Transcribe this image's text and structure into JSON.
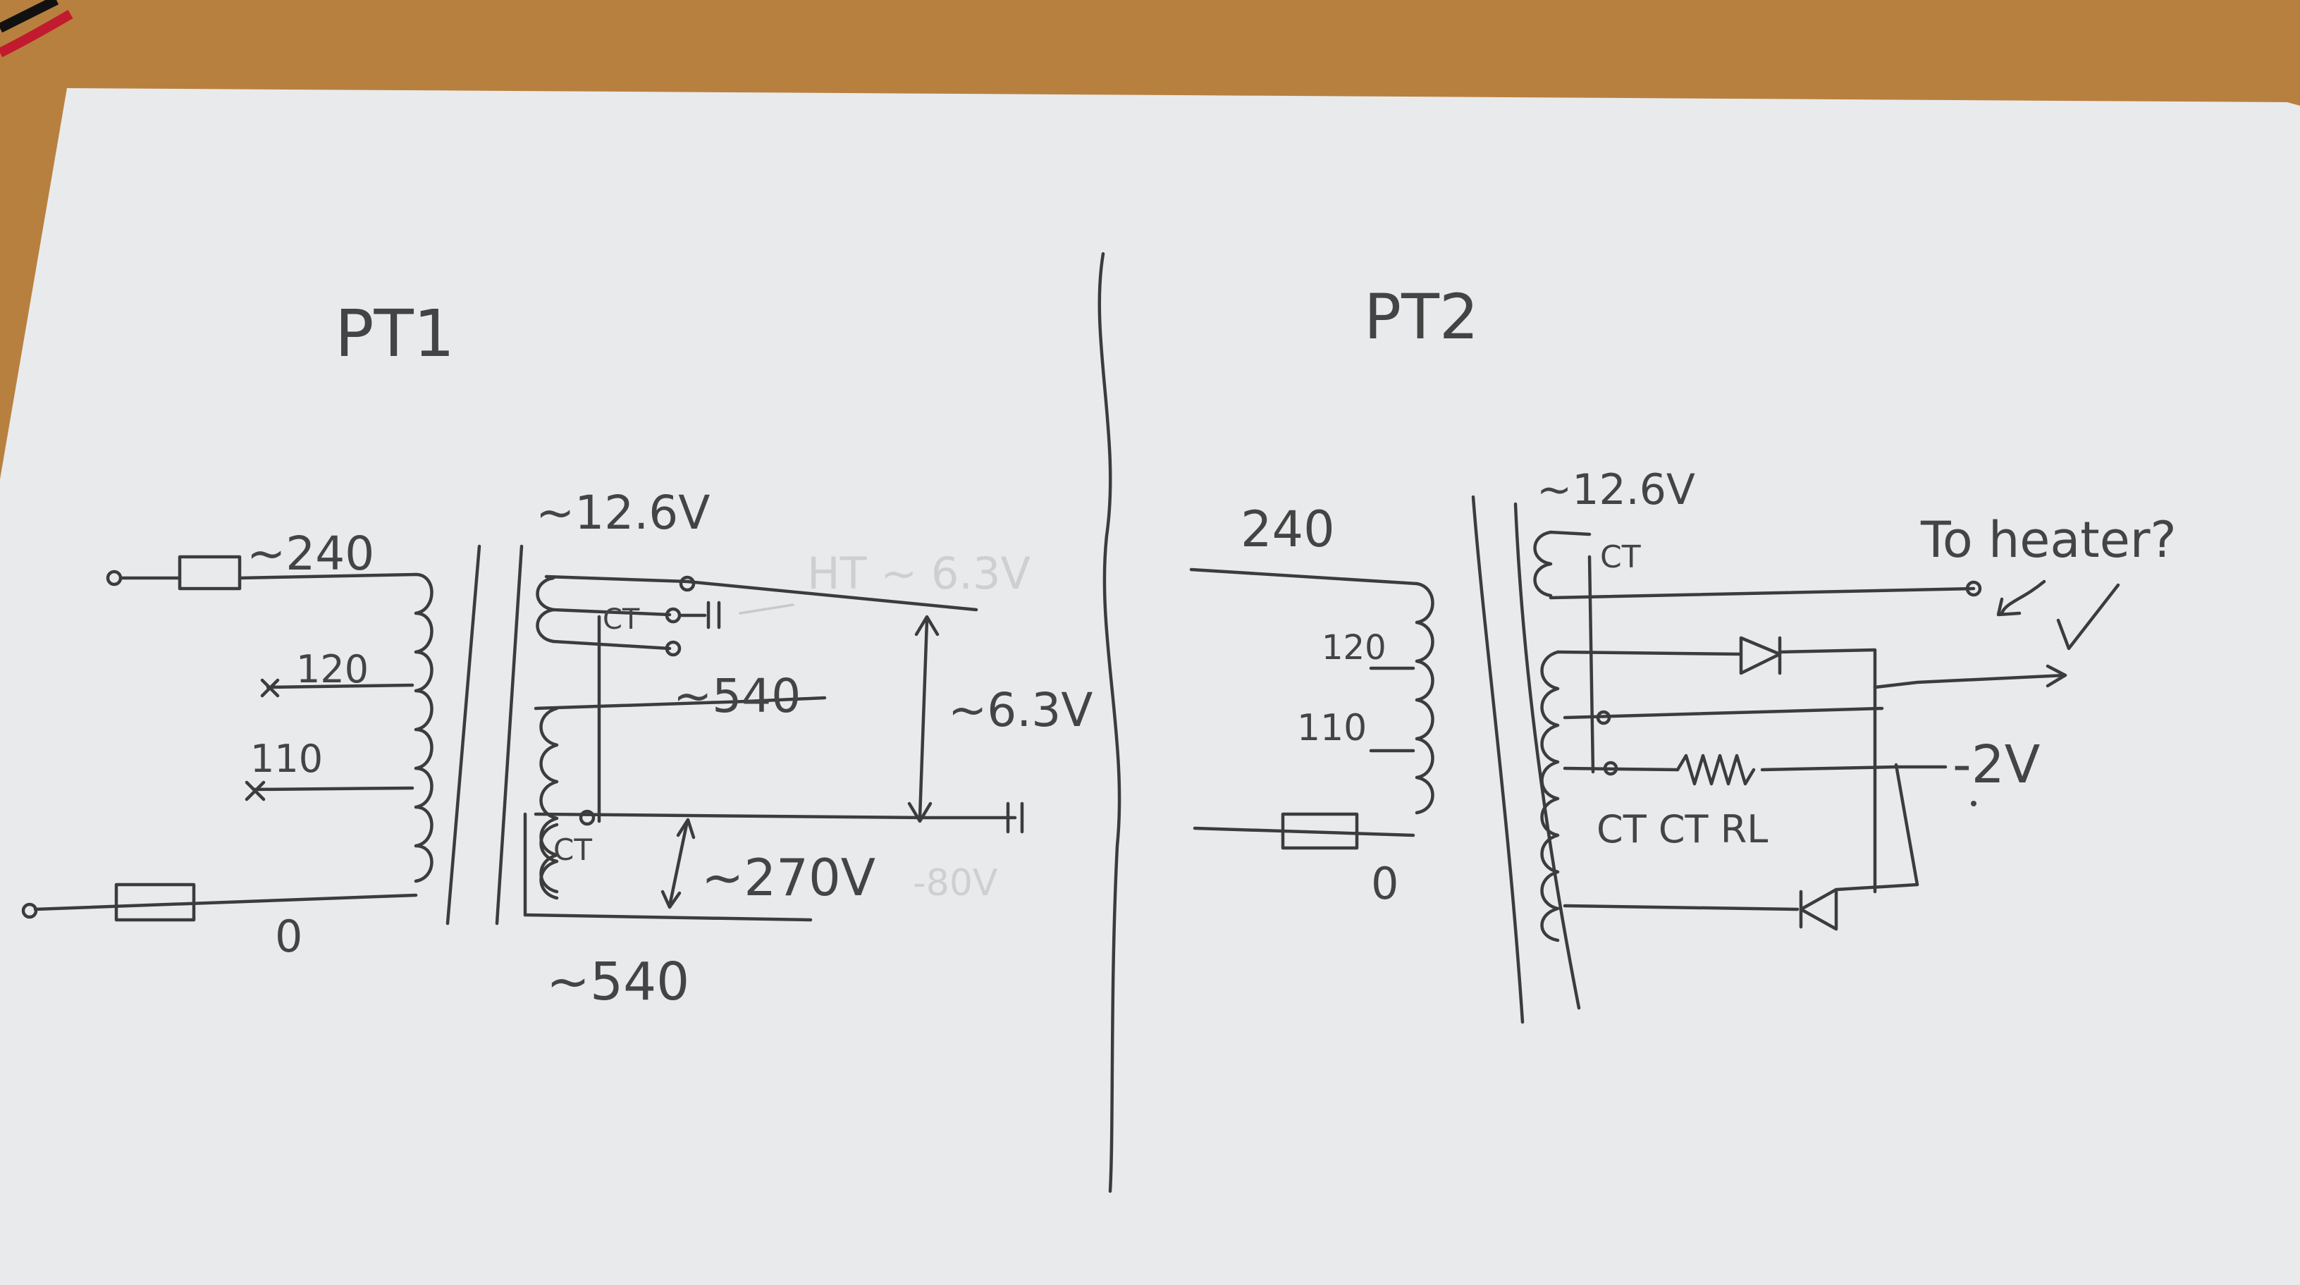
{
  "colors": {
    "desk": "#b8803f",
    "paper": "#e9eaec",
    "ink": "#3c3c3c",
    "faint_ink": "#c9c9c9"
  },
  "pt1": {
    "title": "PT1",
    "primary": {
      "top_tap": "~240",
      "mid_tap1": "120",
      "mid_tap2": "110",
      "bottom_tap": "0"
    },
    "secondary": {
      "heater_label": "~12.6V",
      "ct_label_heater": "CT",
      "ht_label": "HT ~ 6.3V",
      "hv_top_label": "~540",
      "heater_voltage": "~6.3V",
      "ct_label_hv": "CT",
      "hv_half": "~270V",
      "hv_half_faint": "-80V",
      "hv_bottom_label": "~540"
    }
  },
  "pt2": {
    "title": "PT2",
    "primary": {
      "top_tap": "240",
      "mid_tap1": "120",
      "mid_tap2": "110",
      "bottom_tap": "0"
    },
    "secondary": {
      "heater_label": "~12.6V",
      "ct_label_heater": "CT",
      "note": "To heater?",
      "bias_label": "-2V",
      "ct_rl_label": "CT CT RL"
    }
  }
}
